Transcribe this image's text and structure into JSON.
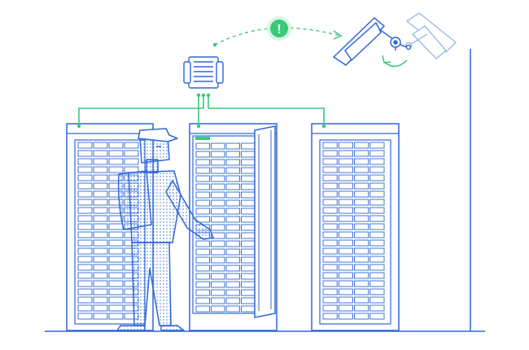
{
  "scene": {
    "alert_badge": {
      "glyph": "!",
      "icon": "alert-icon"
    },
    "colors": {
      "line": "#2f67d6",
      "line_light": "#9db9e8",
      "accent": "#39c978",
      "accent_light": "#d8f5e4",
      "dots": "#2f67d6",
      "background": "#ffffff"
    },
    "cabinets": [
      {
        "id": "left-server-rack",
        "door": "closed"
      },
      {
        "id": "center-server-rack",
        "door": "open"
      },
      {
        "id": "right-server-rack",
        "door": "closed"
      }
    ],
    "icons": [
      "security-camera-icon",
      "alert-icon",
      "network-switch-icon",
      "person-icon",
      "server-rack-icon"
    ]
  }
}
